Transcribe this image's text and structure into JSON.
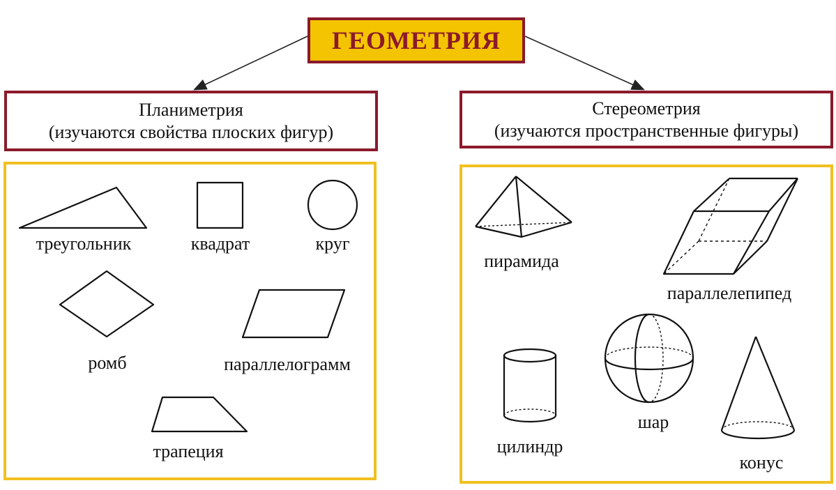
{
  "title": "ГЕОМЕТРИЯ",
  "planimetry": {
    "name": "Планиметрия",
    "description": "(изучаются свойства плоских фигур)",
    "figures": {
      "triangle": "треугольник",
      "square": "квадрат",
      "circle": "круг",
      "rhombus": "ромб",
      "parallelogram": "параллелограмм",
      "trapezoid": "трапеция"
    }
  },
  "stereometry": {
    "name": "Стереометрия",
    "description": "(изучаются пространственные фигуры)",
    "figures": {
      "pyramid": "пирамида",
      "parallelepiped": "параллелепипед",
      "cylinder": "цилиндр",
      "sphere": "шар",
      "cone": "конус"
    }
  },
  "colors": {
    "frame": "#8b1a2b",
    "title_fill": "#f4c400",
    "panel_border": "#f0c020"
  }
}
